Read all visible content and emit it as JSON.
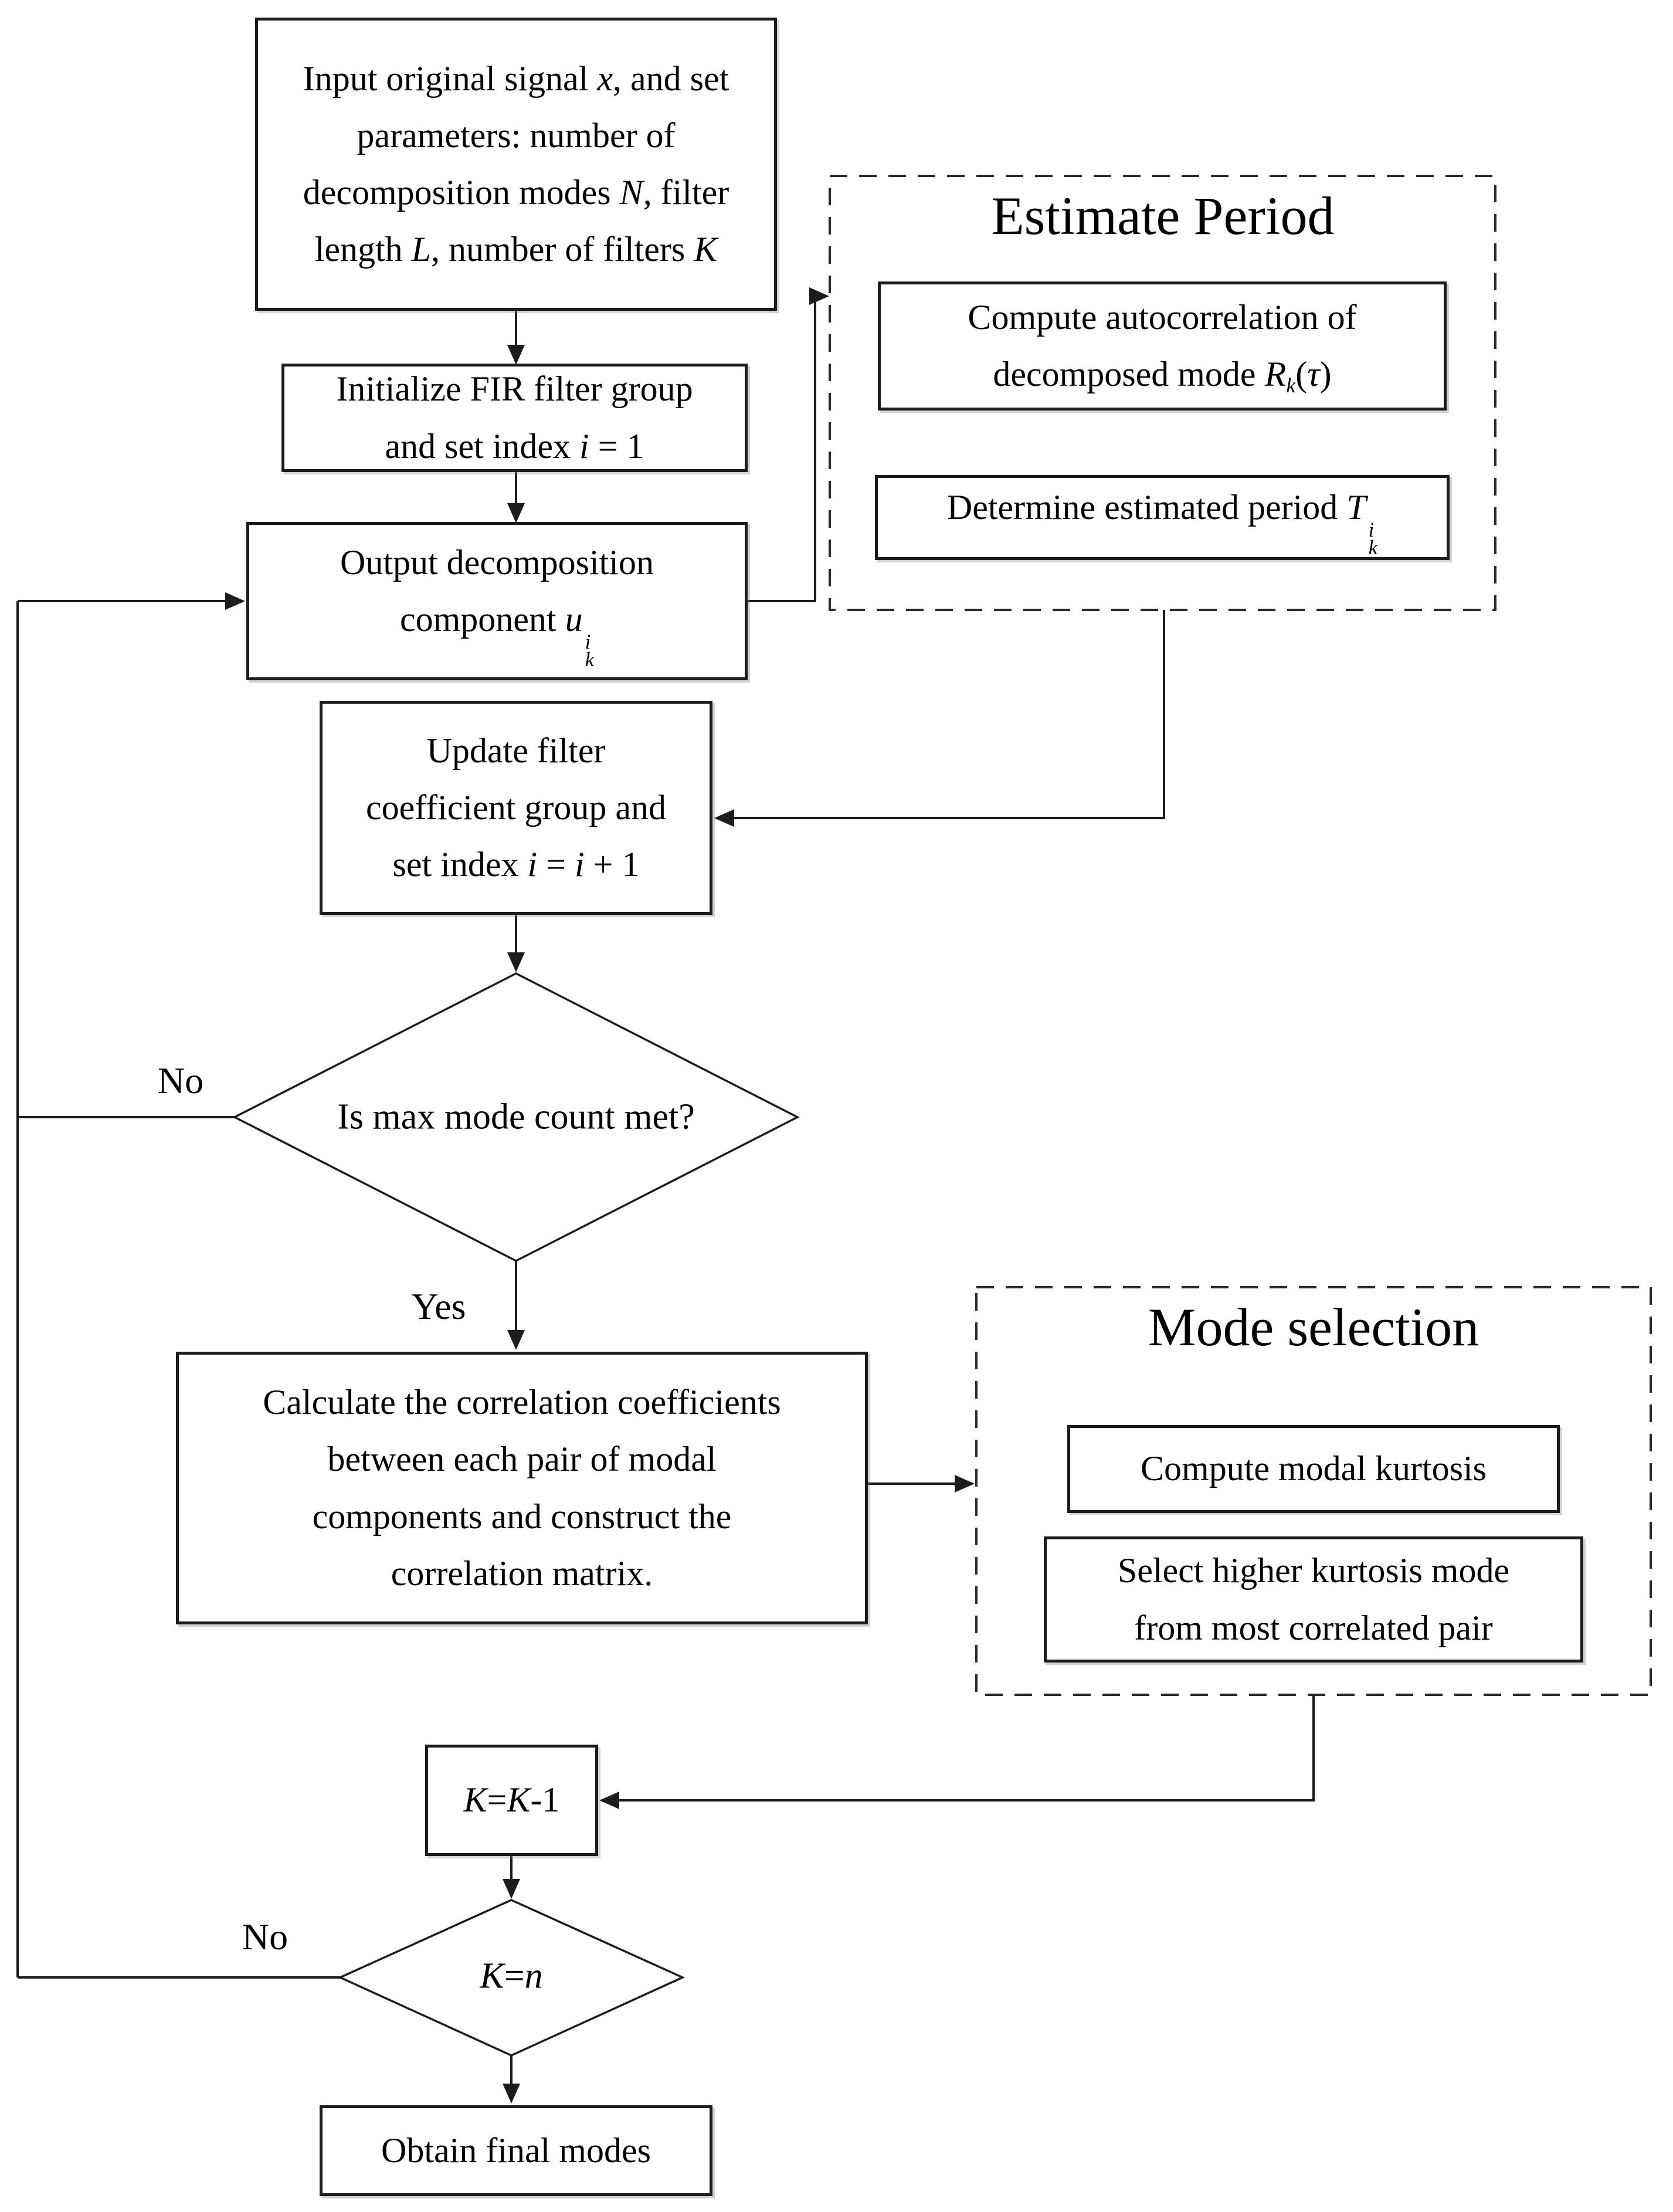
{
  "diagram": {
    "colors": {
      "line": "#1c1c1c",
      "text": "#000000",
      "background": "#ffffff"
    },
    "nodes": {
      "input": {
        "lines": [
          [
            {
              "t": "Input original signal "
            },
            {
              "t": "x",
              "i": true
            },
            {
              "t": ", and set"
            }
          ],
          [
            {
              "t": "parameters: number of"
            }
          ],
          [
            {
              "t": "decomposition modes "
            },
            {
              "t": "N",
              "i": true
            },
            {
              "t": ", filter"
            }
          ],
          [
            {
              "t": "length "
            },
            {
              "t": "L",
              "i": true
            },
            {
              "t": ", number of filters "
            },
            {
              "t": "K",
              "i": true
            }
          ]
        ]
      },
      "init": {
        "lines": [
          [
            {
              "t": "Initialize FIR filter group"
            }
          ],
          [
            {
              "t": "and set index "
            },
            {
              "t": "i",
              "i": true
            },
            {
              "t": " = 1"
            }
          ]
        ]
      },
      "output": {
        "lines": [
          [
            {
              "t": "Output decomposition"
            }
          ],
          [
            {
              "t": "component "
            },
            {
              "t": "u",
              "i": true
            },
            {
              "sup": "i",
              "sub": "k"
            }
          ]
        ]
      },
      "estimate_group": {
        "title": "Estimate Period"
      },
      "autocorr": {
        "lines": [
          [
            {
              "t": "Compute autocorrelation of"
            }
          ],
          [
            {
              "t": "decomposed mode "
            },
            {
              "t": "R",
              "i": true
            },
            {
              "t": "k",
              "v": "sub"
            },
            {
              "t": "("
            },
            {
              "t": "τ",
              "i": true
            },
            {
              "t": ")"
            }
          ]
        ]
      },
      "period": {
        "lines": [
          [
            {
              "t": "Determine estimated period "
            },
            {
              "t": "T",
              "i": true
            },
            {
              "sup": "i",
              "sub": "k"
            }
          ]
        ]
      },
      "update": {
        "lines": [
          [
            {
              "t": "Update filter"
            }
          ],
          [
            {
              "t": "coefficient group and"
            }
          ],
          [
            {
              "t": "set index "
            },
            {
              "t": "i",
              "i": true
            },
            {
              "t": " = "
            },
            {
              "t": "i",
              "i": true
            },
            {
              "t": " + 1"
            }
          ]
        ]
      },
      "decision_max": {
        "lines": [
          [
            {
              "t": "Is max mode count met?"
            }
          ]
        ]
      },
      "calc": {
        "lines": [
          [
            {
              "t": "Calculate the correlation coefficients"
            }
          ],
          [
            {
              "t": "between each pair of modal"
            }
          ],
          [
            {
              "t": "components and construct the"
            }
          ],
          [
            {
              "t": "correlation matrix."
            }
          ]
        ]
      },
      "mode_group": {
        "title": "Mode selection"
      },
      "kurtosis": {
        "lines": [
          [
            {
              "t": "Compute modal kurtosis"
            }
          ]
        ]
      },
      "select": {
        "lines": [
          [
            {
              "t": "Select higher kurtosis mode"
            }
          ],
          [
            {
              "t": "from most correlated pair"
            }
          ]
        ]
      },
      "decrement": {
        "lines": [
          [
            {
              "t": "K",
              "i": true
            },
            {
              "t": "="
            },
            {
              "t": "K",
              "i": true
            },
            {
              "t": "-1"
            }
          ]
        ]
      },
      "decision_kn": {
        "lines": [
          [
            {
              "t": "K",
              "i": true
            },
            {
              "t": "="
            },
            {
              "t": "n",
              "i": true
            }
          ]
        ]
      },
      "final": {
        "lines": [
          [
            {
              "t": "Obtain final modes"
            }
          ]
        ]
      }
    },
    "labels": {
      "no_max": "No",
      "yes_max": "Yes",
      "no_kn": "No"
    }
  }
}
